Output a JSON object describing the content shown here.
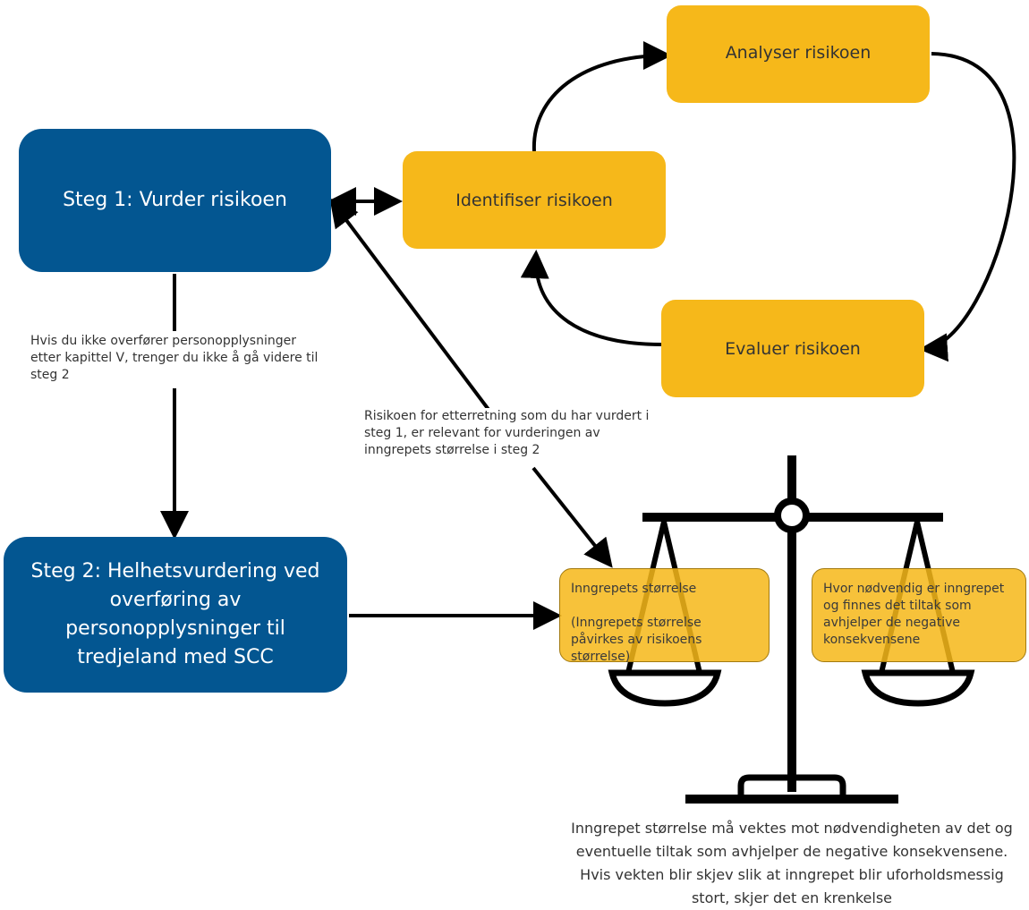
{
  "nodes": {
    "step1": "Steg 1: Vurder risikoen",
    "step2": "Steg 2: Helhetsvurdering ved overføring av personopplysninger til tredjeland med SCC",
    "identify": "Identifiser risikoen",
    "analyse": "Analyser risikoen",
    "evaluate": "Evaluer risikoen"
  },
  "notes": {
    "skip_step2": "Hvis du ikke overfører personopplysninger etter kapittel V, trenger du ikke å gå videre til steg 2",
    "relevance": "Risikoen for etterretning som du har vurdert i steg 1, er relevant for vurderingen av inngrepets størrelse i steg 2"
  },
  "scale": {
    "left_title": "Inngrepets størrelse",
    "left_detail": "(Inngrepets størrelse påvirkes av risikoens størrelse)",
    "right_text": "Hvor nødvendig er inngrepet og finnes det tiltak som avhjelper de negative konsekvensene"
  },
  "caption": "Inngrepet størrelse må vektes mot nødvendigheten av det og eventuelle tiltak som avhjelper de negative konsekvensene. Hvis vekten blir skjev slik at inngrepet blir uforholdsmessig stort, skjer det en krenkelse",
  "colors": {
    "step_box": "#035691",
    "risk_box": "#f6b81a",
    "line": "#000000"
  }
}
